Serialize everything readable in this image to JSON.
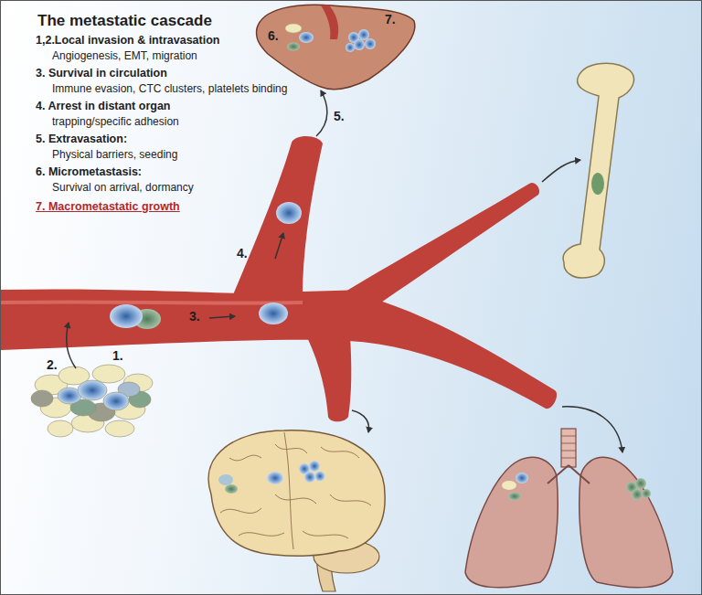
{
  "diagram": {
    "title": "The metastatic cascade",
    "labels": [
      "1,2.Local invasion & intravasation",
      "Angiogenesis, EMT, migration",
      "3. Survival in circulation",
      "Immune evasion, CTC clusters, platelets binding",
      "4. Arrest in distant organ",
      "trapping/specific adhesion",
      "5. Extravasation:",
      "Physical barriers, seeding",
      "6. Micrometastasis:",
      "Survival on arrival, dormancy",
      "7. Macrometastatic growth",
      "1.",
      "2.",
      "3.",
      "4.",
      "5.",
      "6.",
      "7."
    ]
  }
}
